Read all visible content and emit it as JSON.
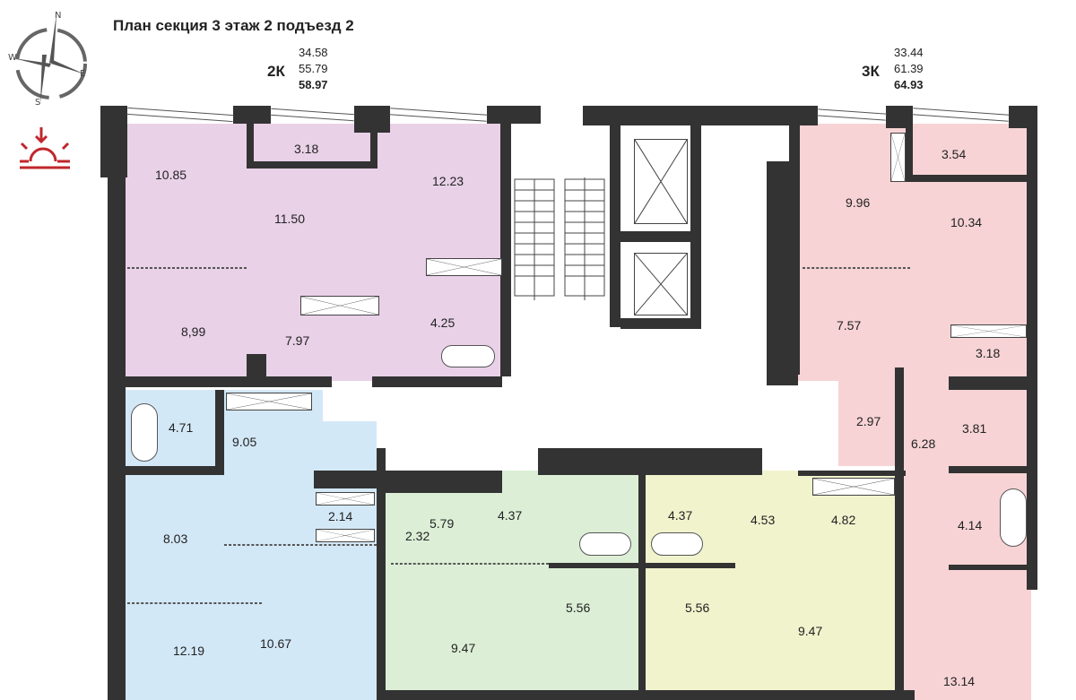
{
  "title": "План секция 3 этаж 2 подъезд 2",
  "compass": {
    "n": "N",
    "s": "S",
    "e": "E",
    "w": "W"
  },
  "apartments": [
    {
      "type": "2К",
      "living": "34.58",
      "total": "55.79",
      "total_with_balcony": "58.97",
      "color": "#e9d1e8"
    },
    {
      "type": "3К",
      "living": "33.44",
      "total": "61.39",
      "total_with_balcony": "64.93",
      "color": "#f7d3d5"
    }
  ],
  "colors": {
    "purple": "#e9d1e8",
    "pink": "#f7d3d5",
    "blue": "#d3e8f7",
    "green": "#dcefd6",
    "yellow": "#f1f3cd",
    "wall": "#333333",
    "sun": "#c0272d"
  },
  "rooms": [
    "10.85",
    "3.18",
    "12.23",
    "11.50",
    "8,99",
    "7.97",
    "4.25",
    "9.96",
    "3.54",
    "10.34",
    "7.57",
    "3.18",
    "2.97",
    "3.81",
    "6.28",
    "4.14",
    "13.14",
    "4.71",
    "9.05",
    "2.14",
    "8.03",
    "12.19",
    "10.67",
    "2.32",
    "5.79",
    "4.37",
    "4.37",
    "4.53",
    "4.82",
    "5.56",
    "5.56",
    "9.47",
    "9.47"
  ]
}
